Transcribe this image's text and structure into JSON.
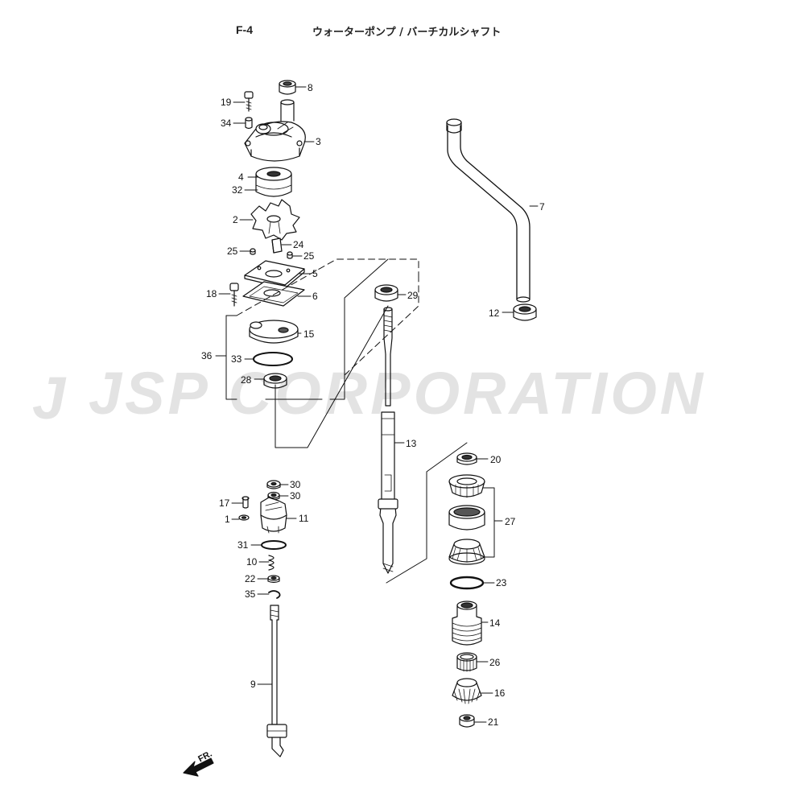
{
  "header": {
    "code": "F-4",
    "title": "ウォーターポンプ / バーチカルシャフト"
  },
  "watermark": {
    "text": "JSP CORPORATION",
    "logo": "J"
  },
  "orientation": {
    "text": "FR."
  },
  "callouts": [
    {
      "id": "c8",
      "text": "8"
    },
    {
      "id": "c19",
      "text": "19"
    },
    {
      "id": "c34",
      "text": "34"
    },
    {
      "id": "c3",
      "text": "3"
    },
    {
      "id": "c4",
      "text": "4"
    },
    {
      "id": "c32",
      "text": "32"
    },
    {
      "id": "c2",
      "text": "2"
    },
    {
      "id": "c25a",
      "text": "25"
    },
    {
      "id": "c24",
      "text": "24"
    },
    {
      "id": "c25b",
      "text": "25"
    },
    {
      "id": "c5",
      "text": "5"
    },
    {
      "id": "c18",
      "text": "18"
    },
    {
      "id": "c6",
      "text": "6"
    },
    {
      "id": "c29",
      "text": "29"
    },
    {
      "id": "c15",
      "text": "15"
    },
    {
      "id": "c36",
      "text": "36"
    },
    {
      "id": "c33",
      "text": "33"
    },
    {
      "id": "c28",
      "text": "28"
    },
    {
      "id": "c7",
      "text": "7"
    },
    {
      "id": "c12",
      "text": "12"
    },
    {
      "id": "c13",
      "text": "13"
    },
    {
      "id": "c20",
      "text": "20"
    },
    {
      "id": "c27",
      "text": "27"
    },
    {
      "id": "c23",
      "text": "23"
    },
    {
      "id": "c14",
      "text": "14"
    },
    {
      "id": "c26",
      "text": "26"
    },
    {
      "id": "c16",
      "text": "16"
    },
    {
      "id": "c21",
      "text": "21"
    },
    {
      "id": "c30a",
      "text": "30"
    },
    {
      "id": "c30b",
      "text": "30"
    },
    {
      "id": "c17",
      "text": "17"
    },
    {
      "id": "c1",
      "text": "1"
    },
    {
      "id": "c11",
      "text": "11"
    },
    {
      "id": "c31",
      "text": "31"
    },
    {
      "id": "c10",
      "text": "10"
    },
    {
      "id": "c22",
      "text": "22"
    },
    {
      "id": "c35",
      "text": "35"
    },
    {
      "id": "c9",
      "text": "9"
    }
  ]
}
